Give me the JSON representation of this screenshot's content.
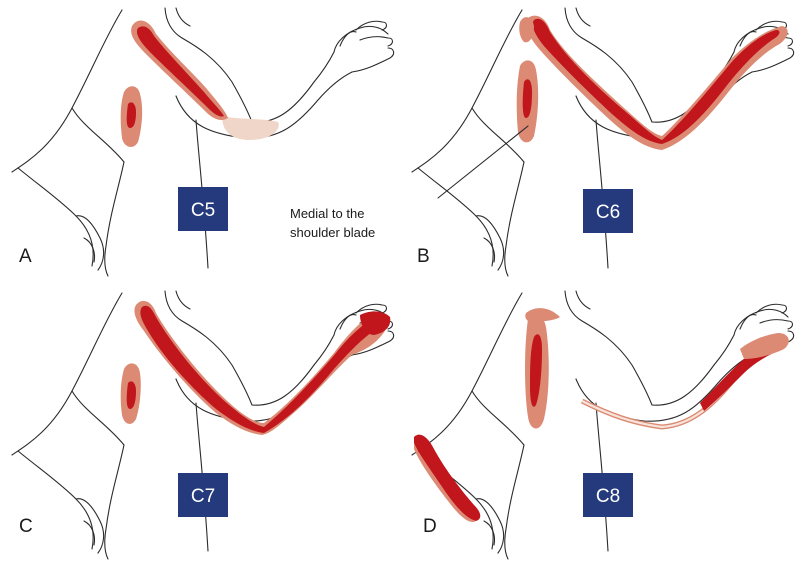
{
  "colors": {
    "primary_pain": "#c0161c",
    "referred_pain": "#dc8a74",
    "faint_pain": "#f0d6c8",
    "tag_fill": "#243a7c",
    "outline": "#2b2b2b"
  },
  "panels": [
    {
      "letter": "A",
      "tag": "C5"
    },
    {
      "letter": "B",
      "tag": "C6"
    },
    {
      "letter": "C",
      "tag": "C7"
    },
    {
      "letter": "D",
      "tag": "C8"
    }
  ],
  "annotation": {
    "line1": "Medial to the",
    "line2": "shoulder blade"
  }
}
